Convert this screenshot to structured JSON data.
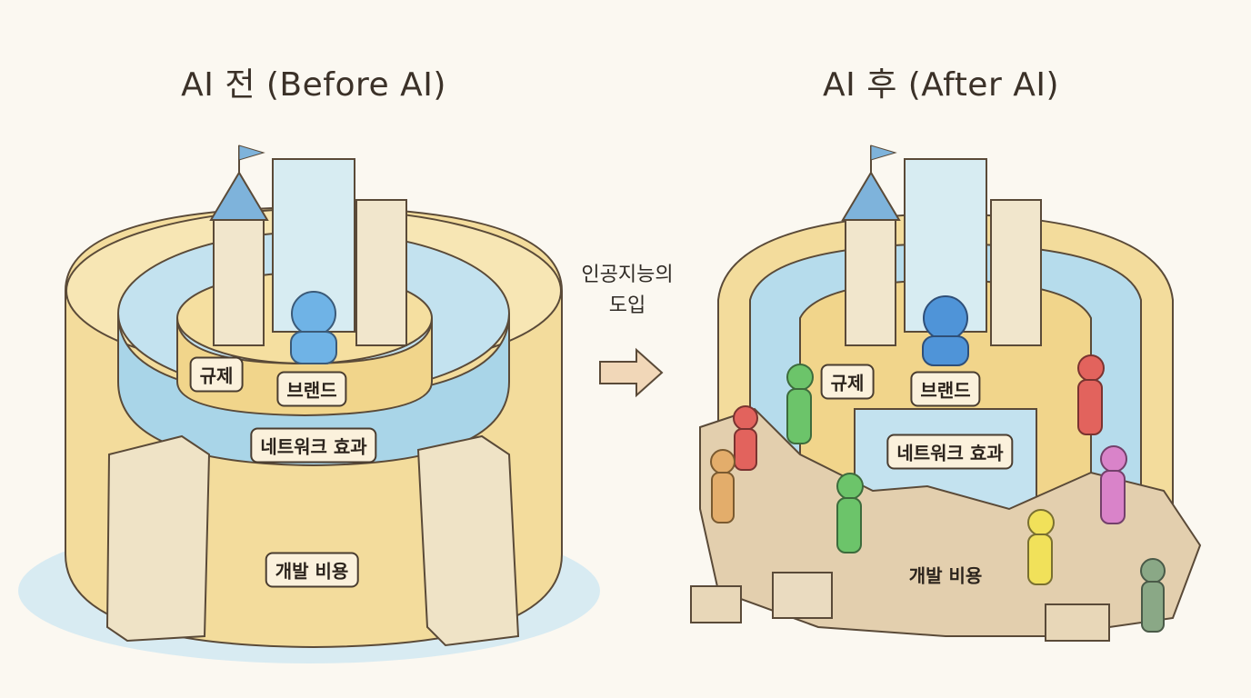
{
  "before": {
    "title": "AI 전 (Before AI)",
    "labels": {
      "regulation": "규제",
      "brand": "브랜드",
      "network": "네트워크 효과",
      "dev_cost": "개발 비용"
    }
  },
  "transition": {
    "line1": "인공지능의",
    "line2": "도입",
    "icon": "arrow-right-icon"
  },
  "after": {
    "title": "AI 후 (After AI)",
    "labels": {
      "regulation": "규제",
      "brand": "브랜드",
      "network": "네트워크 효과",
      "dev_cost": "개발 비용"
    }
  },
  "colors": {
    "wall": "#f2dc9a",
    "moat": "#bfe0ee",
    "figure_blue": "#6fb3e6",
    "rubble": "#e3cfae"
  }
}
